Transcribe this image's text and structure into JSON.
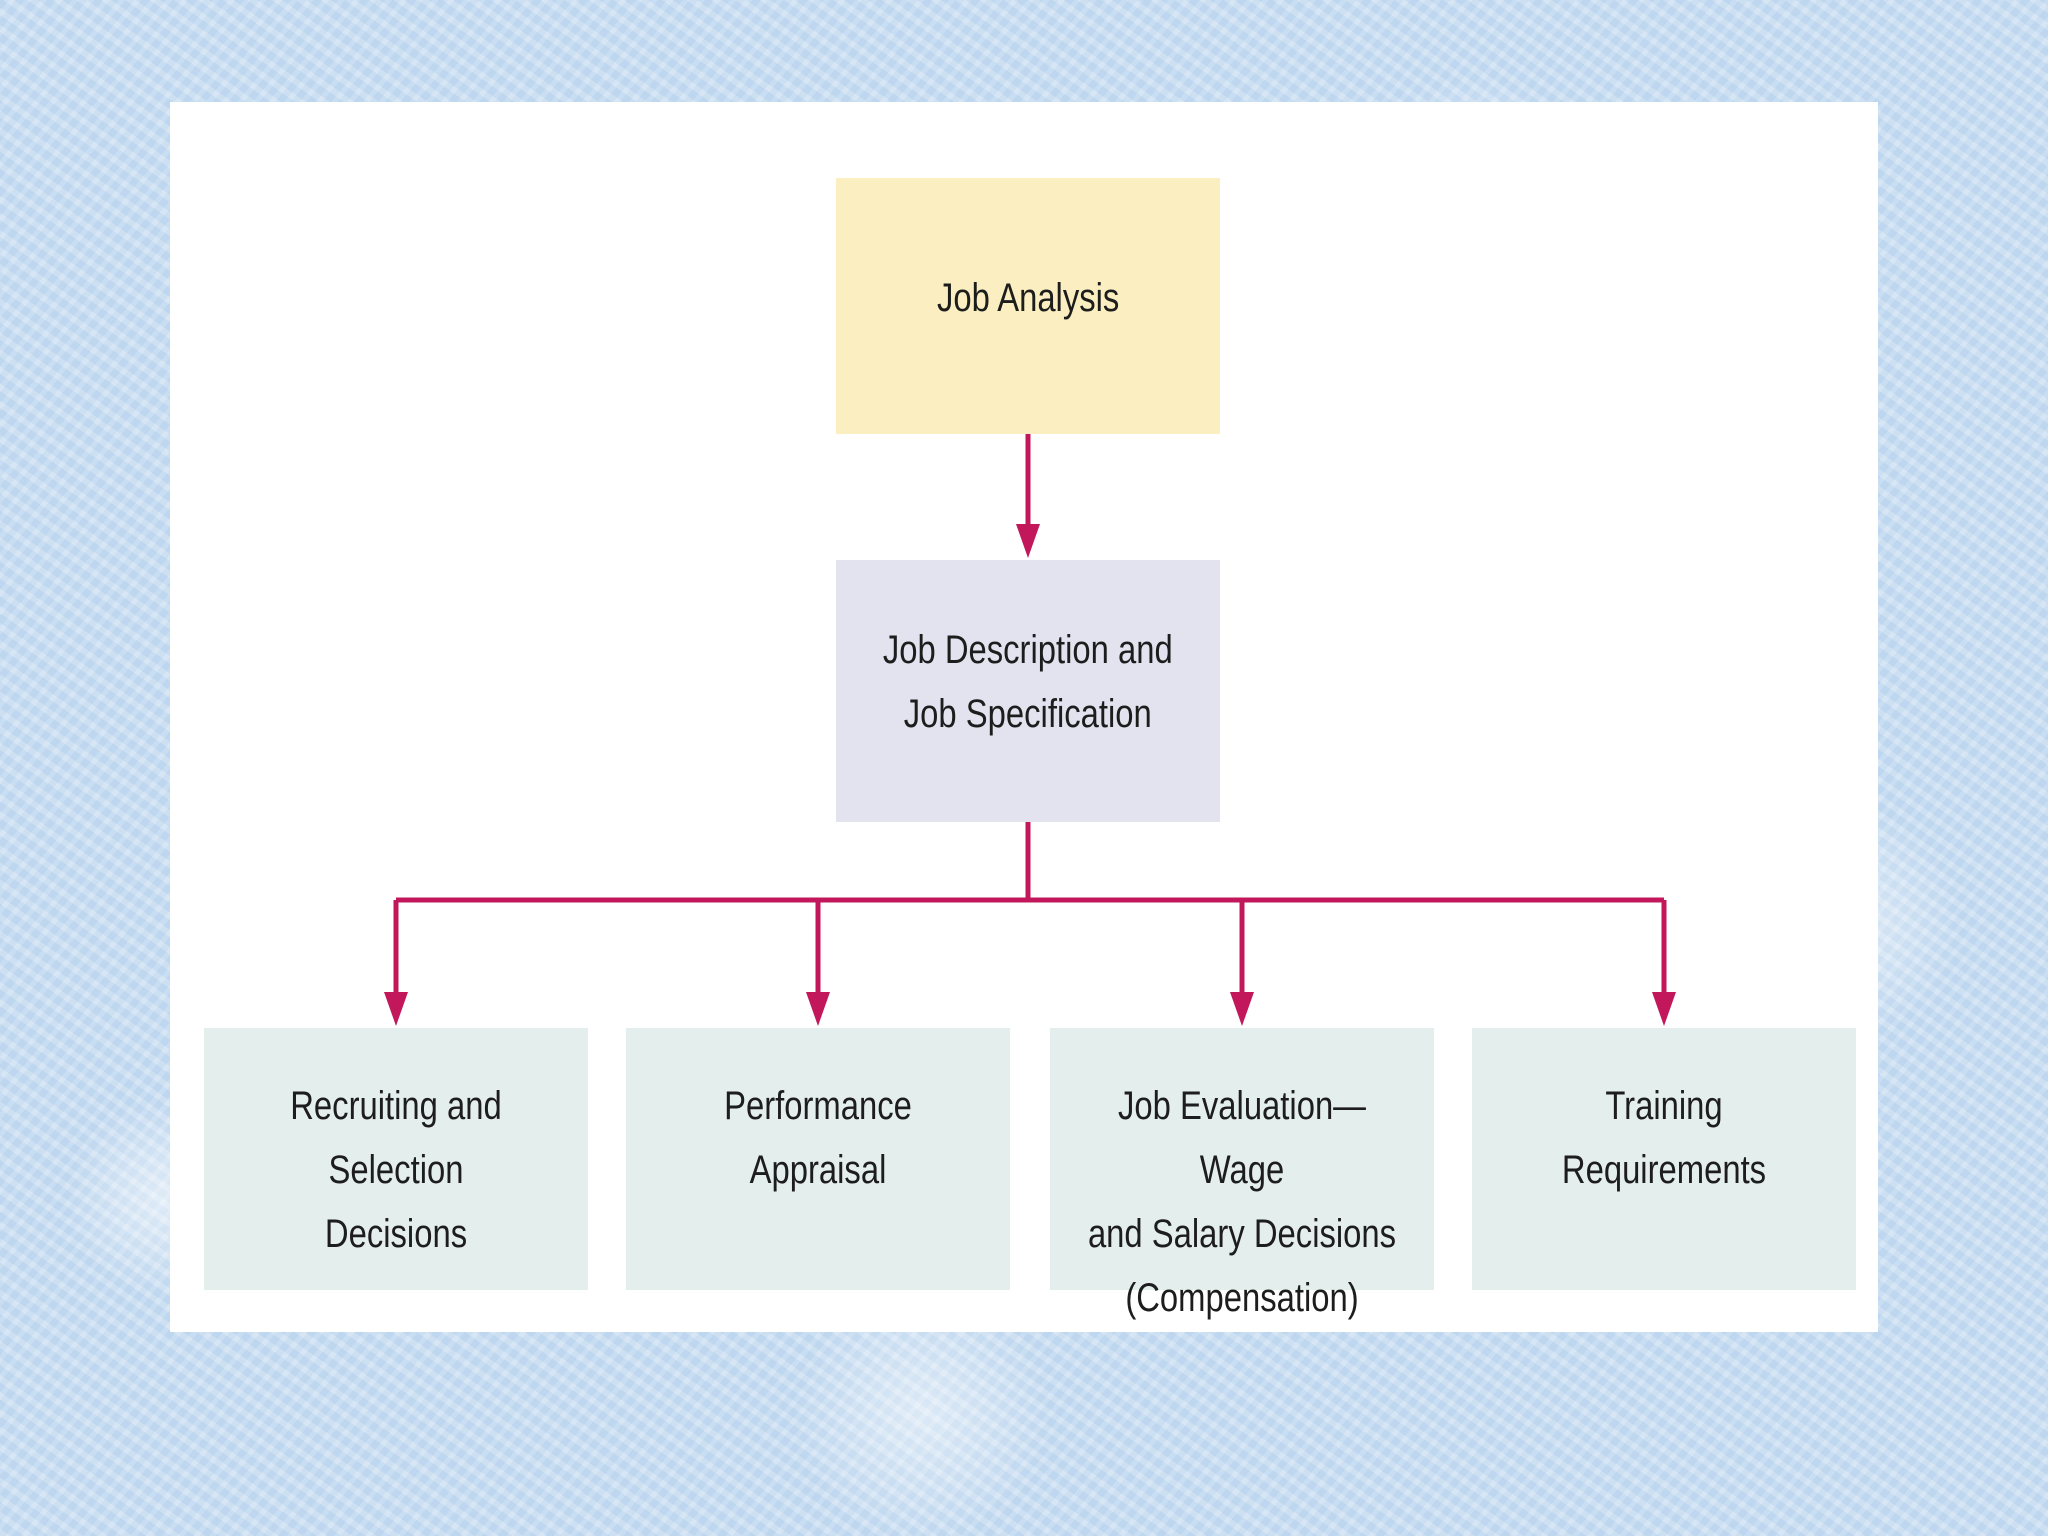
{
  "diagram": {
    "root": {
      "label": "Job Analysis"
    },
    "middle": {
      "label": "Job Description and\nJob Specification"
    },
    "leaves": [
      {
        "label": "Recruiting and Selection\nDecisions"
      },
      {
        "label": "Performance Appraisal"
      },
      {
        "label": "Job Evaluation—Wage\nand Salary Decisions\n(Compensation)"
      },
      {
        "label": "Training Requirements"
      }
    ],
    "colors": {
      "connector": "#c2185b",
      "root_fill": "#fbefc1",
      "middle_fill": "#e3e3ef",
      "leaf_fill": "#e4eeec"
    }
  }
}
